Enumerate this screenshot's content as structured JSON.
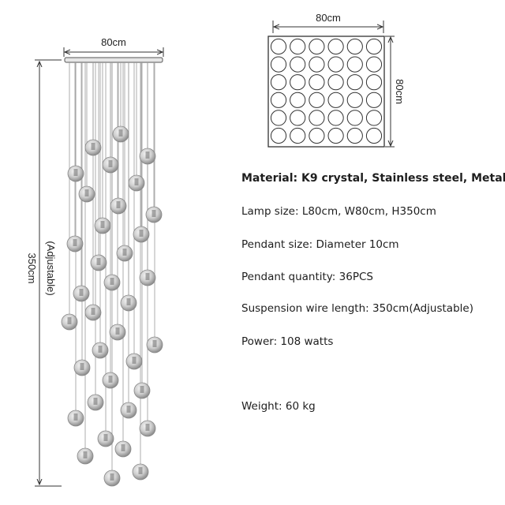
{
  "dimensions": {
    "chandelier_width": "80cm",
    "chandelier_height": "350cm",
    "adjustable_note": "(Adjustable)",
    "top_view_width": "80cm",
    "top_view_depth": "80cm"
  },
  "top_view": {
    "rows": 6,
    "columns": 6
  },
  "pendant_count": 36,
  "specs": {
    "material": "Material: K9 crystal, Stainless steel, Metal",
    "lamp_size": "Lamp size: L80cm, W80cm, H350cm",
    "pendant_size": "Pendant size: Diameter 10cm",
    "pendant_quantity": "Pendant quantity: 36PCS",
    "suspension_wire": "Suspension wire length: 350cm(Adjustable)",
    "power": "Power:  108 watts",
    "weight": "Weight:  60 kg"
  },
  "colors": {
    "line": "#333333",
    "wire": "#9a9a9a",
    "ball_fill": "#d8d8d8",
    "ball_stroke": "#888888",
    "text": "#222222"
  }
}
